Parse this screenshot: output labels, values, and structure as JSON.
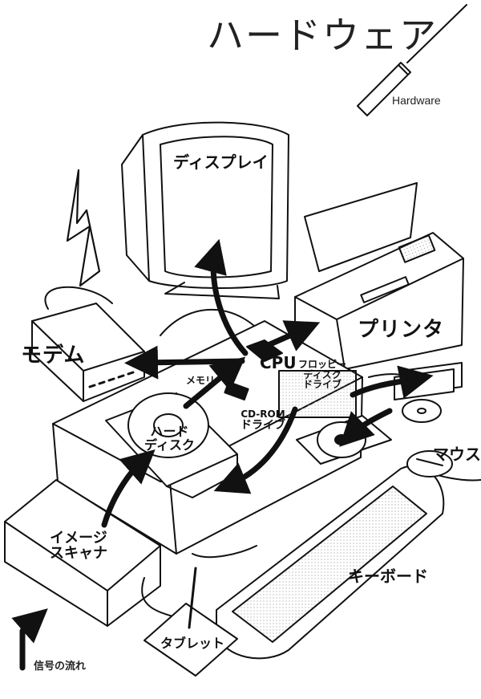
{
  "title": "ハードウェア",
  "subtitle": "Hardware",
  "legend": "信号の流れ",
  "labels": {
    "display": "ディスプレイ",
    "printer": "プリンタ",
    "modem": "モデム",
    "cpu": "CPU",
    "memory": "メモリ",
    "floppy_line1": "フロッピー",
    "floppy_line2": "ディスク",
    "floppy_line3": "ドライブ",
    "cdrom_line1": "CD-ROM",
    "cdrom_line2": "ドライブ",
    "harddisk_line1": "ハード",
    "harddisk_line2": "ディスク",
    "mouse": "マウス",
    "keyboard": "キーボード",
    "scanner_line1": "イメージ",
    "scanner_line2": "スキャナ",
    "tablet": "タブレット"
  },
  "colors": {
    "ink": "#111111",
    "paper": "#ffffff",
    "shade": "#e6e6e6"
  }
}
